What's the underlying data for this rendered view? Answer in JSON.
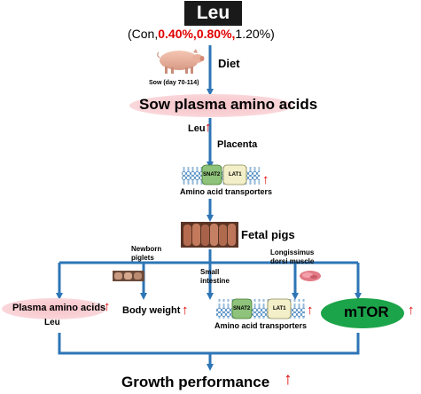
{
  "top_box": "Leu",
  "levels": {
    "open": "(Con,",
    "l1": "0.40%,",
    "l2": "0.80%,",
    "l3": "1.20%)"
  },
  "diet_label": "Diet",
  "sow_label": "Sow (day 70-114)",
  "sow_plasma": "Sow plasma amino acids",
  "leu_up": "Leu",
  "placenta": "Placenta",
  "transporter_left": "SNAT2",
  "transporter_right": "LAT1",
  "amino_transporters": "Amino acid transporters",
  "fetal_pigs": "Fetal pigs",
  "newborn": "Newborn\npiglets",
  "small_intestine": "Small\nintestine",
  "longissimus": "Longissimus\ndorsi muscle",
  "plasma_aa": "Plasma amino acids",
  "plasma_leu": "Leu",
  "body_weight": "Body weight",
  "mtor": "mTOR",
  "growth": "Growth performance",
  "up_arrow": "↑",
  "colors": {
    "arrow": "#2e75b6",
    "up": "#e00000",
    "green": "#1ca44a",
    "pink": "#f7c3c8"
  },
  "icons": [
    "pig-icon",
    "transporter-membrane-icon",
    "fetal-pigs-photo",
    "piglets-photo",
    "muscle-photo"
  ]
}
